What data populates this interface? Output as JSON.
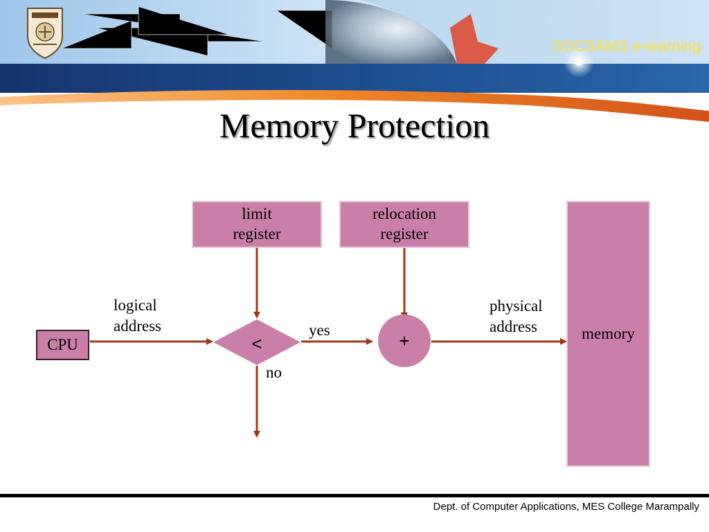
{
  "header": {
    "brand": "SOCSAMS e-learning"
  },
  "title": "Memory Protection",
  "diagram": {
    "nodes": {
      "limit_register": "limit\n register",
      "relocation_register": "relocation\n register",
      "cpu": "CPU",
      "compare": "<",
      "add": "+",
      "memory": "memory"
    },
    "edge_labels": {
      "logical_address": "logical\naddress",
      "yes": "yes",
      "no": "no",
      "physical_address": "physical\naddress"
    },
    "colors": {
      "node_fill": "#c97fa8",
      "arrow": "#a0380f"
    }
  },
  "footer": {
    "text": "Dept. of Computer Applications, MES College Marampally"
  },
  "colors": {
    "title": "#000000",
    "brand": "#ffe23a",
    "header_band": "#1b3a7a",
    "accent_stripe": "#e8741c"
  }
}
